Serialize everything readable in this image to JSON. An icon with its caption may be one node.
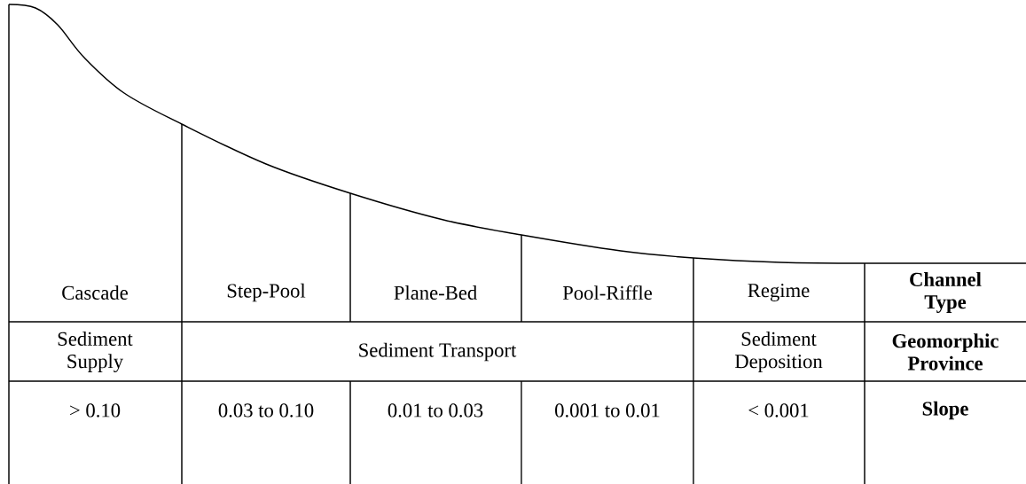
{
  "diagram": {
    "labels": [
      "Cascade",
      "Step-Pool",
      "Plane-Bed",
      "Pool-Riffle",
      "Regime",
      "Channel Type",
      "Sediment Supply",
      "Sediment Transport",
      "Sediment Deposition",
      "Geomorphic Province",
      "> 0.10",
      "0.03 to 0.10",
      "0.01 to 0.03",
      "0.001 to 0.01",
      "< 0.001",
      "Slope"
    ]
  }
}
